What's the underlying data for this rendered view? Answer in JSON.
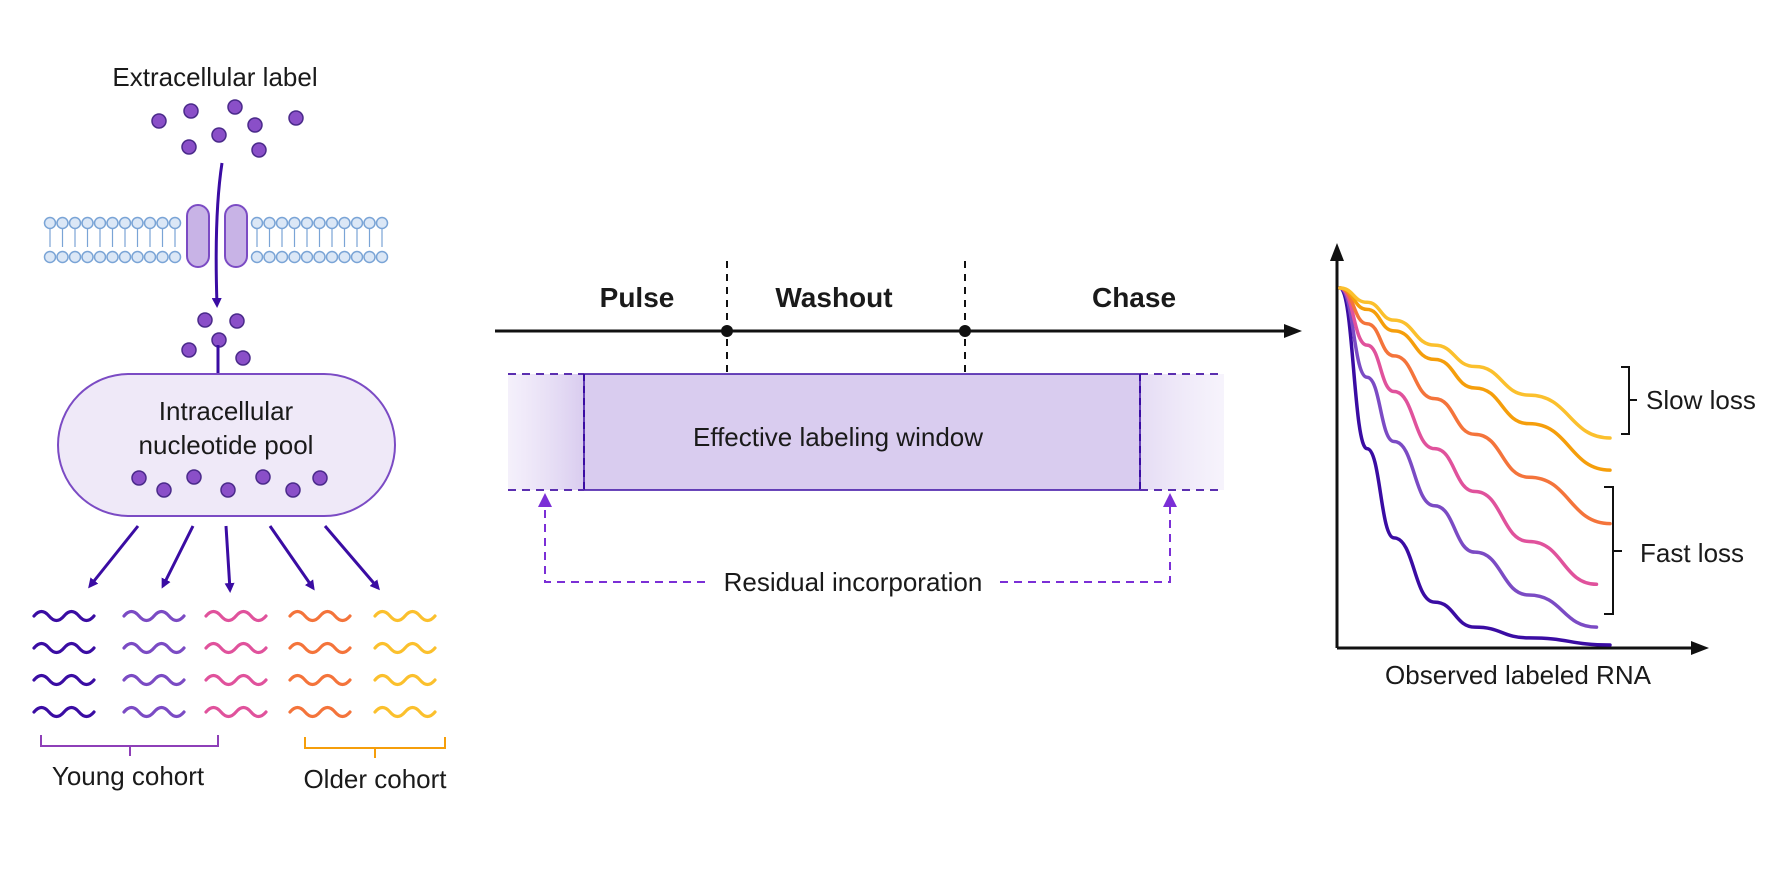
{
  "colors": {
    "purple_dark": "#3a0ca3",
    "purple": "#7b4bc4",
    "pink": "#e0529c",
    "coral": "#f4743b",
    "orange": "#f59e0b",
    "yellow": "#fbc02d",
    "lavender_fill": "#d9ccef",
    "pool_fill": "#efe9f8",
    "membrane_blue": "#7aa4d6",
    "dot_purple": "#8a4fc8",
    "axis": "#111111"
  },
  "left": {
    "extracellular_label": "Extracellular label",
    "pool_label_line1": "Intracellular",
    "pool_label_line2": "nucleotide pool",
    "young_cohort": "Young cohort",
    "older_cohort": "Older cohort"
  },
  "timeline": {
    "phases": [
      "Pulse",
      "Washout",
      "Chase"
    ],
    "window_label": "Effective labeling window",
    "residual_label": "Residual incorporation"
  },
  "plot": {
    "xlabel": "Observed labeled RNA",
    "slow_label": "Slow loss",
    "fast_label": "Fast loss"
  },
  "chart_data": {
    "type": "line",
    "xlabel": "Observed labeled RNA",
    "ylabel": "",
    "series": [
      {
        "color": "#3a0ca3",
        "x": [
          0,
          0.1,
          0.2,
          0.35,
          0.5,
          0.7,
          1.0
        ],
        "y": [
          1.0,
          0.55,
          0.3,
          0.12,
          0.05,
          0.02,
          0.0
        ]
      },
      {
        "color": "#7b4bc4",
        "x": [
          0,
          0.1,
          0.2,
          0.35,
          0.5,
          0.7,
          0.95
        ],
        "y": [
          1.0,
          0.75,
          0.57,
          0.39,
          0.26,
          0.14,
          0.05
        ]
      },
      {
        "color": "#e0529c",
        "x": [
          0,
          0.1,
          0.2,
          0.35,
          0.5,
          0.7,
          0.95
        ],
        "y": [
          1.0,
          0.84,
          0.71,
          0.55,
          0.43,
          0.29,
          0.17
        ]
      },
      {
        "color": "#f4743b",
        "x": [
          0,
          0.1,
          0.2,
          0.35,
          0.5,
          0.7,
          1.0
        ],
        "y": [
          1.0,
          0.9,
          0.81,
          0.69,
          0.59,
          0.47,
          0.34
        ]
      },
      {
        "color": "#f59e0b",
        "x": [
          0,
          0.1,
          0.2,
          0.35,
          0.5,
          0.7,
          1.0
        ],
        "y": [
          1.0,
          0.94,
          0.88,
          0.8,
          0.72,
          0.62,
          0.49
        ]
      },
      {
        "color": "#fbc02d",
        "x": [
          0,
          0.1,
          0.2,
          0.35,
          0.5,
          0.7,
          1.0
        ],
        "y": [
          1.0,
          0.96,
          0.91,
          0.84,
          0.78,
          0.7,
          0.58
        ]
      }
    ]
  }
}
